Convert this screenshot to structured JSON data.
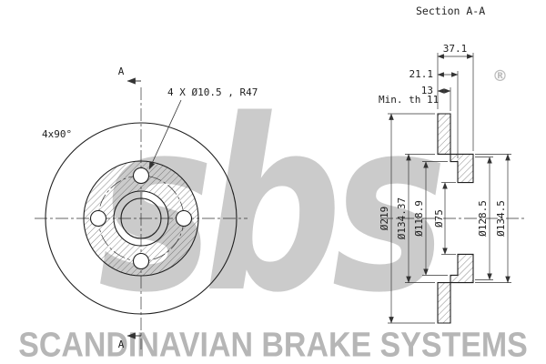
{
  "colors": {
    "line": "#1f1f1f",
    "dimension": "#333333",
    "watermark_logo": "#cbcbcb",
    "watermark_footer": "#b6b6b6"
  },
  "header": {
    "section_title": "Section A-A"
  },
  "watermark": {
    "logo": "sbs",
    "registered": "®",
    "footer": "SCANDINAVIAN BRAKE SYSTEMS"
  },
  "front_view": {
    "section_marker_top": "A",
    "section_marker_bottom": "A",
    "holes_callout": "4 X Ø10.5 , R47",
    "angle_callout": "4x90°"
  },
  "section_view": {
    "total_width": "37.1",
    "hat_depth": "21.1",
    "disc_thickness": "13",
    "min_thickness": "Min. th 11",
    "outer_diameter": "Ø219",
    "diameter_134_37": "Ø134.37",
    "diameter_118_9": "Ø118.9",
    "bore_diameter": "Ø75",
    "diameter_128_5": "Ø128.5",
    "diameter_134_5": "Ø134.5"
  }
}
